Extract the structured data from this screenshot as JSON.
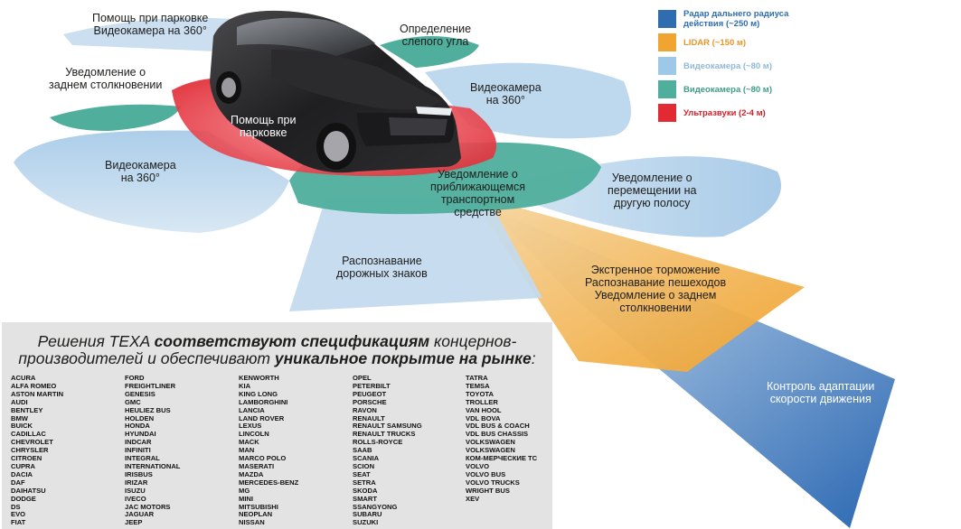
{
  "legend": [
    {
      "label_line1": "Радар дальнего радиуса",
      "label_line2": "действия (~250 м)",
      "color": "#2f6db0",
      "text_color": "#2f6db0"
    },
    {
      "label_line1": "LIDAR (~150 м)",
      "label_line2": "",
      "color": "#f0a530",
      "text_color": "#e7962a"
    },
    {
      "label_line1": "Видеокамера (~80 м)",
      "label_line2": "",
      "color": "#9ec8e8",
      "text_color": "#8fb8d8"
    },
    {
      "label_line1": "Видеокамера (~80 м)",
      "label_line2": "",
      "color": "#4fae9c",
      "text_color": "#3f9c8a"
    },
    {
      "label_line1": "Ультразвуки (2-4 м)",
      "label_line2": "",
      "color": "#e22a35",
      "text_color": "#d4202a"
    }
  ],
  "zones": {
    "park_cam_360": [
      "Помощь при парковке",
      "Видеокамера на 360°"
    ],
    "blind_spot": [
      "Определение",
      "слепого угла"
    ],
    "rear_collision": [
      "Уведомление о",
      "заднем столкновении"
    ],
    "cam_360_right": [
      "Видеокамера",
      "на 360°"
    ],
    "parking_assist": [
      "Помощь при",
      "парковке"
    ],
    "cam_360_left": [
      "Видеокамера",
      "на 360°"
    ],
    "approaching_vehicle": [
      "Уведомление о",
      "приближающемся",
      "транспортном",
      "средстве"
    ],
    "lane_change": [
      "Уведомление о",
      "перемещении на",
      "другую полосу"
    ],
    "road_signs": [
      "Распознавание",
      "дорожных знаков"
    ],
    "lidar_functions": [
      "Экстренное торможение",
      "Распознавание пешеходов",
      "Уведомление о заднем",
      "столкновении"
    ],
    "adaptive_cruise": [
      "Контроль адаптации",
      "скорости движения"
    ]
  },
  "panel": {
    "title_prefix": "Решения TEXA ",
    "title_bold1": "соответствуют спецификациям",
    "title_mid": " концернов-",
    "title_line2_prefix": "производителей и обеспечивают ",
    "title_bold2": "уникальное покрытие на рынке",
    "title_end": ":",
    "columns": [
      [
        "ACURA",
        "ALFA ROMEO",
        "ASTON MARTIN",
        "AUDI",
        "BENTLEY",
        "BMW",
        "BUICK",
        "CADILLAC",
        "CHEVROLET",
        "CHRYSLER",
        "CITROEN",
        "CUPRA",
        "DACIA",
        "DAF",
        "DAIHATSU",
        "DODGE",
        "DS",
        "EVO",
        "FIAT"
      ],
      [
        "FORD",
        "FREIGHTLINER",
        "GENESIS",
        "GMC",
        "HEULIEZ BUS",
        "HOLDEN",
        "HONDA",
        "HYUNDAI",
        "INDCAR",
        "INFINITI",
        "INTEGRAL",
        "INTERNATIONAL",
        "IRISBUS",
        "IRIZAR",
        "ISUZU",
        "IVECO",
        "JAC MOTORS",
        "JAGUAR",
        "JEEP"
      ],
      [
        "KENWORTH",
        "KIA",
        "KING LONG",
        "LAMBORGHINI",
        "LANCIA",
        "LAND ROVER",
        "LEXUS",
        "LINCOLN",
        "MACK",
        "MAN",
        "MARCO POLO",
        "MASERATI",
        "MAZDA",
        "MERCEDES-BENZ",
        "MG",
        "MINI",
        "MITSUBISHI",
        "NEOPLAN",
        "NISSAN"
      ],
      [
        "OPEL",
        "PETERBILT",
        "PEUGEOT",
        "PORSCHE",
        "RAVON",
        "RENAULT",
        "RENAULT SAMSUNG",
        "RENAULT TRUCKS",
        "ROLLS-ROYCE",
        "SAAB",
        "SCANIA",
        "SCION",
        "SEAT",
        "SETRA",
        "SKODA",
        "SMART",
        "SSANGYONG",
        "SUBARU",
        "SUZUKI"
      ],
      [
        "TATRA",
        "TEMSA",
        "TOYOTA",
        "TROLLER",
        "VAN HOOL",
        "VDL BOVA",
        "VDL BUS & COACH",
        "VDL BUS CHASSIS",
        "VOLKSWAGEN",
        "VOLKSWAGEN",
        "КОМ-МЕРЧЕСКИЕ ТС",
        "VOLVO",
        "VOLVO BUS",
        "VOLVO TRUCKS",
        "WRIGHT BUS",
        "XEV"
      ]
    ]
  }
}
